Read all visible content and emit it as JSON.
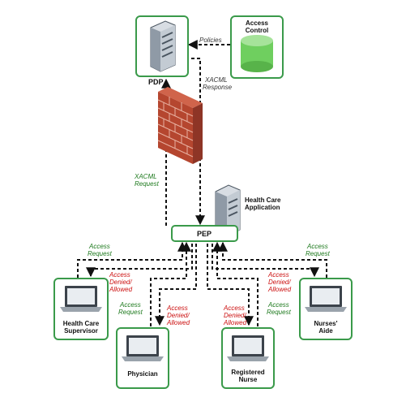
{
  "nodes": {
    "pdp": "PDP",
    "access_control": [
      "Access",
      "Control"
    ],
    "health_care_app": [
      "Health Care",
      "Application"
    ],
    "pep": "PEP",
    "supervisor": [
      "Health Care",
      "Supervisor"
    ],
    "physician": "Physician",
    "registered_nurse": [
      "Registered",
      "Nurse"
    ],
    "nurses_aide": [
      "Nurses'",
      "Aide"
    ]
  },
  "edges": {
    "policies": "Policies",
    "xacml_response": [
      "XACML",
      "Response"
    ],
    "xacml_request": [
      "XACML",
      "Request"
    ],
    "access_request": [
      "Access",
      "Request"
    ],
    "access_denied": [
      "Access",
      "Denied/",
      "Allowed"
    ]
  },
  "colors": {
    "box_border": "#3a9a4a",
    "request_text": "#1e7a1e",
    "response_text": "#cc1111",
    "firewall": "#b5462f",
    "database": "#6fcf5f"
  }
}
